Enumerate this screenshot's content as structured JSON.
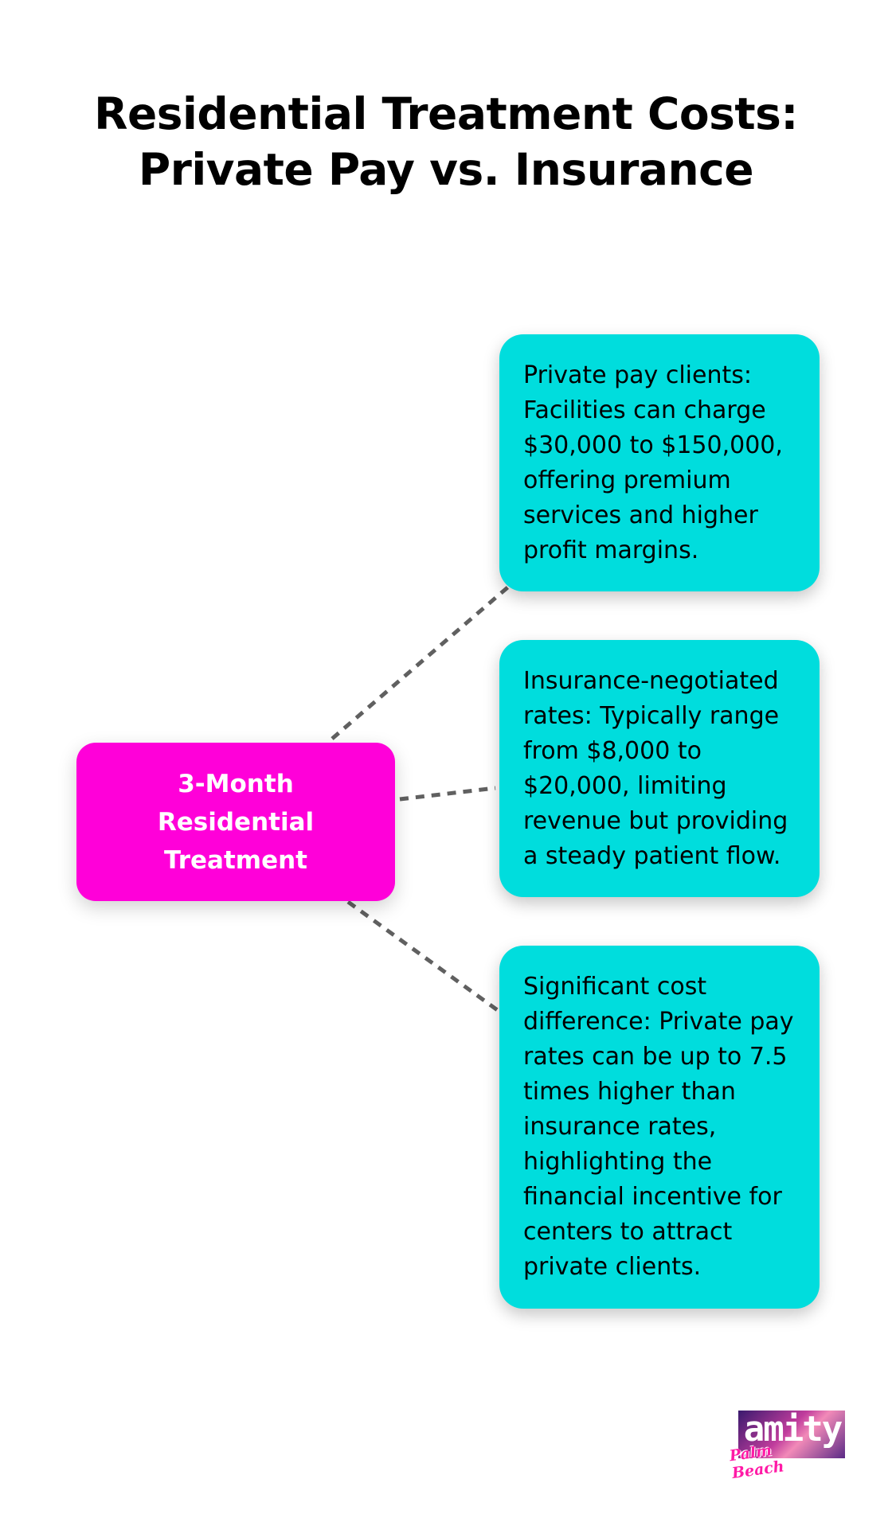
{
  "title": {
    "line1": "Residential Treatment Costs:",
    "line2": "Private Pay vs. Insurance"
  },
  "colors": {
    "hub": "#ff00d9",
    "card": "#00dddd",
    "connector": "#606060"
  },
  "hub": {
    "label_lines": [
      "3-Month",
      "Residential",
      "Treatment"
    ]
  },
  "cards": [
    {
      "lines": [
        "Private pay clients:",
        "Facilities can charge",
        "$30,000 to $150,000,",
        "offering premium",
        "services and higher",
        "profit margins."
      ]
    },
    {
      "lines": [
        "Insurance-negotiated",
        "rates: Typically range",
        "from $8,000 to",
        "$20,000, limiting",
        "revenue but providing",
        "a steady patient flow."
      ]
    },
    {
      "lines": [
        "Significant cost",
        "difference: Private pay",
        "rates can be up to 7.5",
        "times higher than",
        "insurance rates,",
        "highlighting the",
        "financial incentive for",
        "centers to attract",
        "private clients."
      ]
    }
  ],
  "logo": {
    "word": "amity",
    "script": "Palm Beach"
  }
}
